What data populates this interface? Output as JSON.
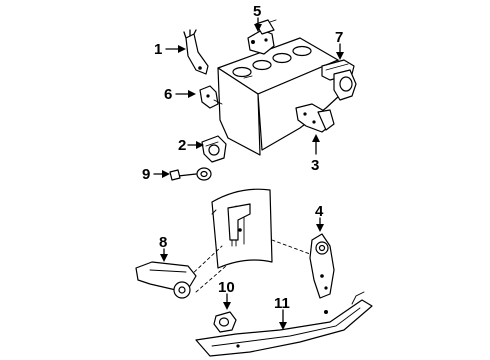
{
  "callouts": [
    {
      "id": "1",
      "label": "1"
    },
    {
      "id": "2",
      "label": "2"
    },
    {
      "id": "3",
      "label": "3"
    },
    {
      "id": "4",
      "label": "4"
    },
    {
      "id": "5",
      "label": "5"
    },
    {
      "id": "6",
      "label": "6"
    },
    {
      "id": "7",
      "label": "7"
    },
    {
      "id": "8",
      "label": "8"
    },
    {
      "id": "9",
      "label": "9"
    },
    {
      "id": "10",
      "label": "10"
    },
    {
      "id": "11",
      "label": "11"
    }
  ],
  "colors": {
    "ink": "#000000",
    "paper": "#ffffff"
  }
}
